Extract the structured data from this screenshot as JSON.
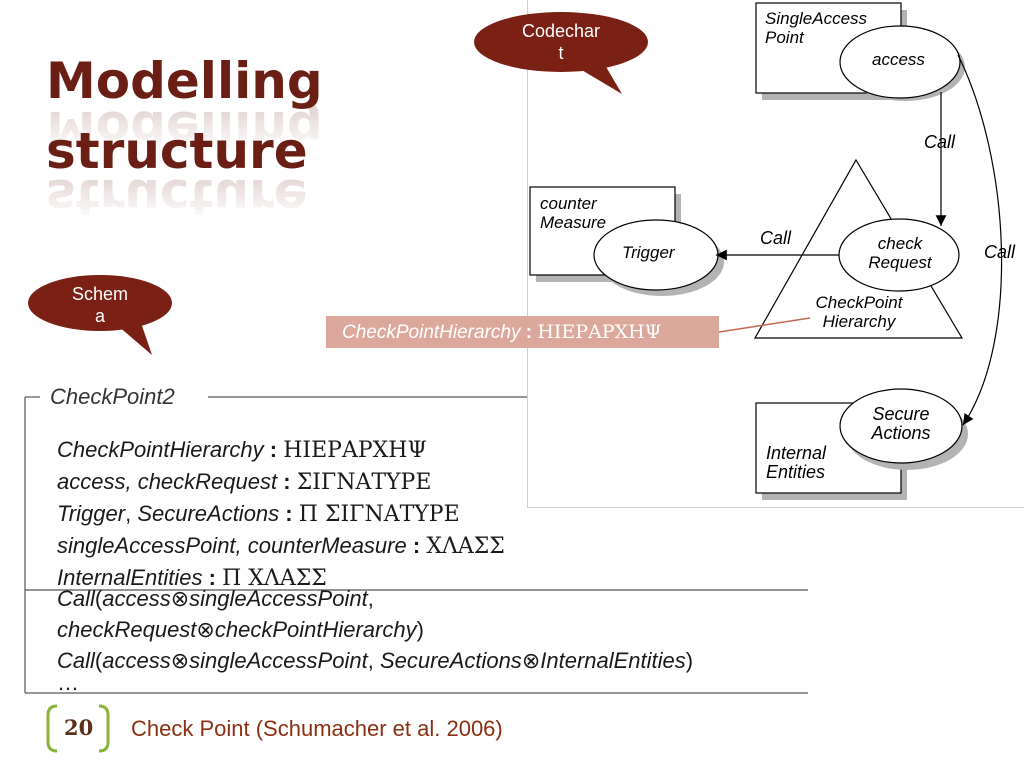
{
  "slide": {
    "title_line1": "Modelling",
    "title_line2": "structure",
    "page_number": "20",
    "footer_caption": "Check Point (Schumacher et al. 2006)"
  },
  "callouts": {
    "codechart_line1": "Codechar",
    "codechart_line2": "t",
    "schema_line1": "Schem",
    "schema_line2": "a"
  },
  "diagram": {
    "single_access_line1": "SingleAccess",
    "single_access_line2": "Point",
    "access": "access",
    "counter_line1": "counter",
    "counter_line2": "Measure",
    "trigger": "Trigger",
    "check_line1": "check",
    "check_line2": "Request",
    "hierarchy_line1": "CheckPoint",
    "hierarchy_line2": "Hierarchy",
    "secure_line1": "Secure",
    "secure_line2": "Actions",
    "internal_line1": "Internal",
    "internal_line2": "Entities",
    "call_top": "Call",
    "call_left": "Call",
    "call_right": "Call"
  },
  "schema": {
    "highlight_name": "CheckPointHierarchy",
    "highlight_type": "ΗΙΕΡΑΡΧΗΨ",
    "name": "CheckPoint2",
    "declarations": [
      {
        "names": "CheckPointHierarchy",
        "prefix": "",
        "type": "ΗΙΕΡΑΡΧΗΨ"
      },
      {
        "names": "access, checkRequest",
        "prefix": "",
        "type": "ΣΙΓΝΑΤΥΡΕ"
      },
      {
        "names_a": "Trigger",
        "names_b": "SecureActions",
        "prefix": "Π ",
        "type": "ΣΙΓΝΑΤΥΡΕ"
      },
      {
        "names": "singleAccessPoint, counterMeasure",
        "prefix": "",
        "type": "ΧΛΑΣΣ"
      },
      {
        "names": "InternalEntities",
        "prefix": "Π ",
        "type": "ΧΛΑΣΣ"
      }
    ],
    "formula1_call": "Call",
    "formula1_arg1a": "access",
    "formula1_arg1b": "singleAccessPoint",
    "formula1_arg2a": "checkRequest",
    "formula1_arg2b": "checkPointHierarchy",
    "formula2_call": "Call",
    "formula2_arg1a": "access",
    "formula2_arg1b": "singleAccessPoint",
    "formula2_arg2a": "SecureActions",
    "formula2_arg2b": "InternalEntities",
    "ellipsis": "…",
    "tensor": "⊗",
    "colon": ":",
    "comma": ",",
    "open_paren": "(",
    "close_paren": ")"
  },
  "colors": {
    "title": "#6b1f14",
    "bubble": "#7a2014",
    "highlight_bar": "#dba89b",
    "footer_text": "#8b2f12",
    "bracket": "#8bb33a"
  }
}
